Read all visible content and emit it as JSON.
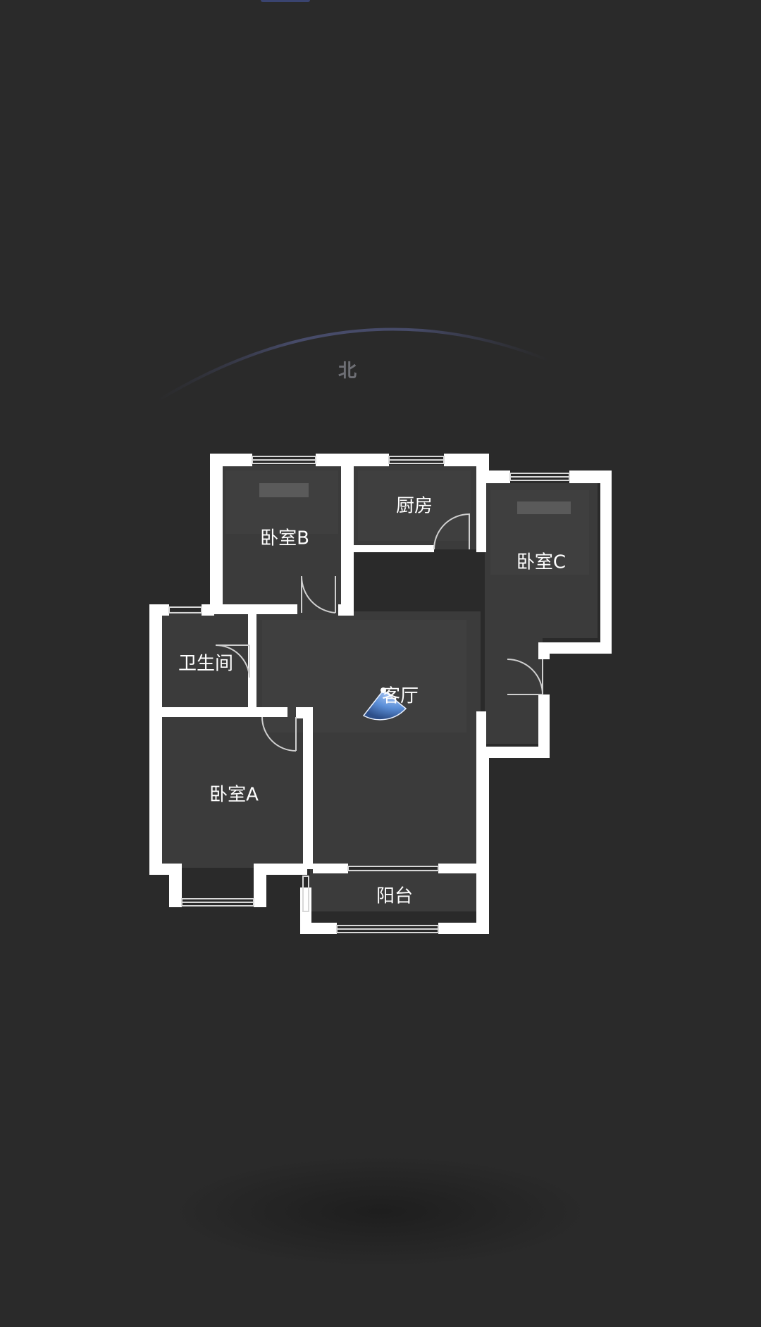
{
  "compass": {
    "north_label": "北"
  },
  "rooms": {
    "bedroom_b": "卧室B",
    "kitchen": "厨房",
    "bedroom_c": "卧室C",
    "bathroom": "卫生间",
    "living_room": "客厅",
    "bedroom_a": "卧室A",
    "balcony": "阳台"
  },
  "colors": {
    "background": "#2a2a2a",
    "wall": "#ffffff",
    "floor": "#3a3a3a",
    "viewpoint_cone": "#5b8fd8",
    "compass_text": "#6e6f75"
  },
  "icons": {
    "viewpoint": "camera-viewpoint-icon"
  }
}
